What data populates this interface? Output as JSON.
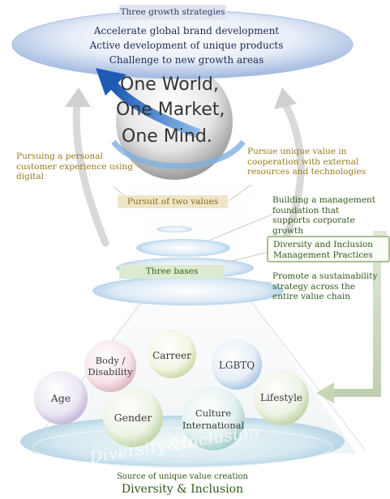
{
  "top": {
    "heading": "Three growth strategies",
    "strategies": [
      "Accelerate global brand development",
      "Active development of unique products",
      "Challenge to new growth areas"
    ]
  },
  "globe": {
    "line1": "One World,",
    "line2": "One Market,",
    "line3": "One Mind."
  },
  "values": {
    "left": "Pursuing a personal customer experience using digital",
    "right": "Pursue unique value in cooperation with external resources and technologies",
    "tag": "Pursuit of two values"
  },
  "bases": {
    "tag": "Three bases",
    "items": [
      "Building a management foundation that supports corporate growth",
      "Diversity and Inclusion Management Practices",
      "Promote a sustainability strategy across the entire value chain"
    ]
  },
  "diversity": {
    "balls": [
      "Body / Disability",
      "Carreer",
      "LGBTQ",
      "Age",
      "Gender",
      "Culture International",
      "Lifestyle"
    ],
    "watermark": "Diversity&Inclusion",
    "caption_small": "Source of unique value creation",
    "caption_big": "Diversity & Inclusion"
  },
  "colors": {
    "gold_text": "#9a7a1c",
    "green_text": "#2f5a17",
    "navy_text": "#1b2a55",
    "blue_arrow": "#2f6fc4"
  }
}
